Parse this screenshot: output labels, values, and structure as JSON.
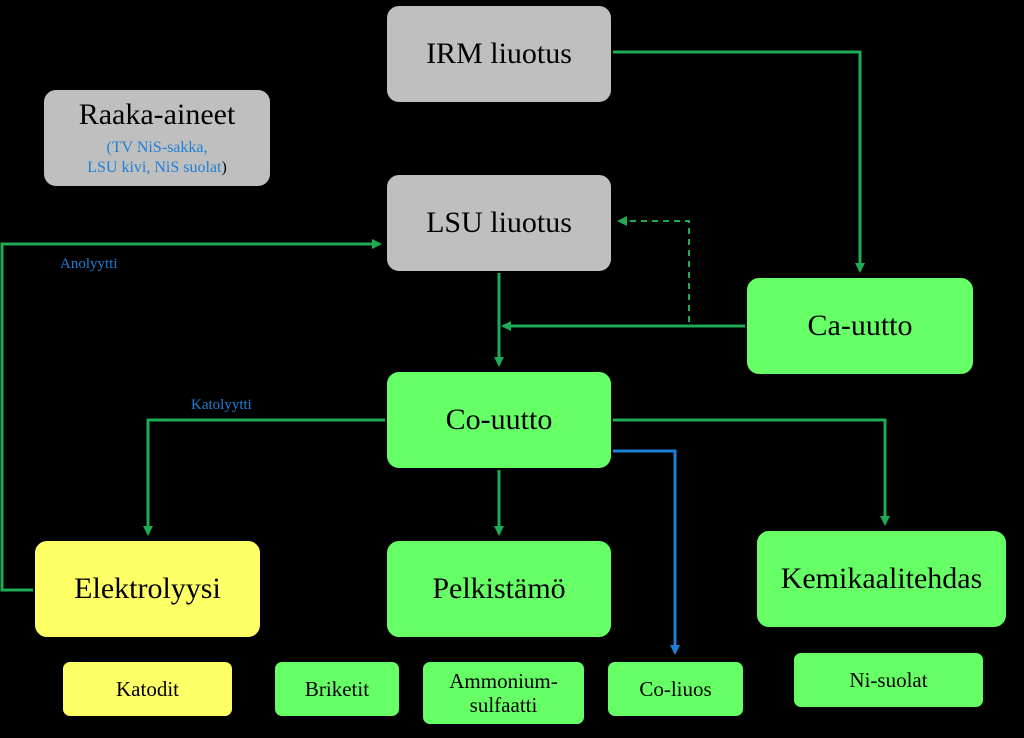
{
  "diagram": {
    "nodes": {
      "irm": "IRM liuotus",
      "raw_title": "Raaka-aineet",
      "raw_line1": "(TV NiS-sakka,",
      "raw_line2": "LSU kivi, NiS suolat",
      "raw_close": ")",
      "lsu": "LSU liuotus",
      "ca": "Ca-uutto",
      "co": "Co-uutto",
      "elektrolyysi": "Elektrolyysi",
      "pelkistamo": "Pelkistämö",
      "kemikaali": "Kemikaalitehdas",
      "katodit": "Katodit",
      "briketit": "Briketit",
      "ammonium_1": "Ammonium-",
      "ammonium_2": "sulfaatti",
      "coliuos": "Co-liuos",
      "nisuolat": "Ni-suolat"
    },
    "edge_labels": {
      "anolyytti": "Anolyytti",
      "katolyytti": "Katolyytti"
    },
    "colors": {
      "flow_green": "#1faa55",
      "flow_blue": "#1f7fd6",
      "node_gray": "#bfbfbf",
      "node_green": "#66ff66",
      "node_yellow": "#ffff66"
    }
  }
}
